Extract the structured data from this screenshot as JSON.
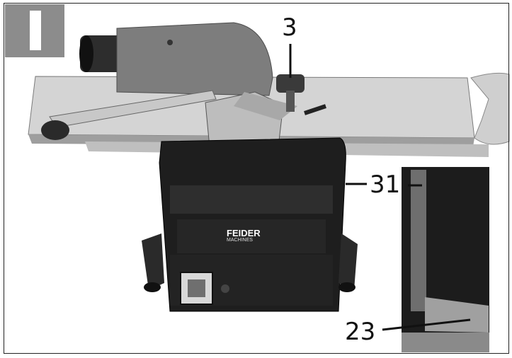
{
  "figure": {
    "badge_letter": "I",
    "callouts": [
      {
        "id": "callout-3",
        "label": "3"
      },
      {
        "id": "callout-31",
        "label": "31"
      },
      {
        "id": "callout-23",
        "label": "23"
      }
    ],
    "brand": {
      "name": "FEIDER",
      "sub": "MACHINES"
    }
  },
  "colors": {
    "background": "#ffffff",
    "badge": "#8c8c8c",
    "machine_dark": "#1a1a1a",
    "table_light": "#d6d6d6",
    "fence": "#bdbdbd"
  }
}
